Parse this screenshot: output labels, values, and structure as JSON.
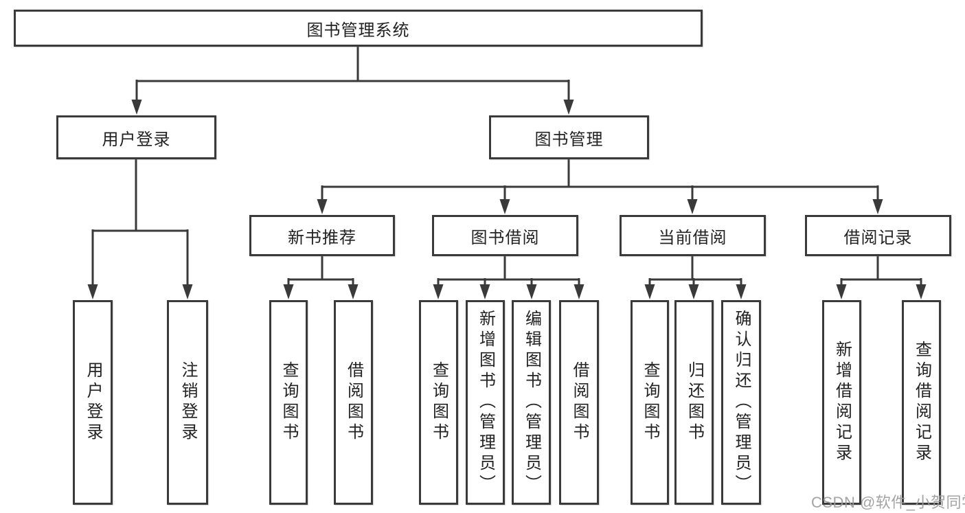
{
  "colors": {
    "line": "#3a3a3a",
    "text": "#222222",
    "box_background": "#ffffff",
    "page_background": "#ffffff",
    "watermark": "#9c9c9c"
  },
  "tree": {
    "label": "图书管理系统",
    "children": [
      {
        "label": "用户登录",
        "children": [
          {
            "label": "用户登录"
          },
          {
            "label": "注销登录"
          }
        ]
      },
      {
        "label": "图书管理",
        "children": [
          {
            "label": "新书推荐",
            "children": [
              {
                "label": "查询图书"
              },
              {
                "label": "借阅图书"
              }
            ]
          },
          {
            "label": "图书借阅",
            "children": [
              {
                "label": "查询图书"
              },
              {
                "label": "新增图书（管理员）"
              },
              {
                "label": "编辑图书（管理员）"
              },
              {
                "label": "借阅图书"
              }
            ]
          },
          {
            "label": "当前借阅",
            "children": [
              {
                "label": "查询图书"
              },
              {
                "label": "归还图书"
              },
              {
                "label": "确认归还（管理员）"
              }
            ]
          },
          {
            "label": "借阅记录",
            "children": [
              {
                "label": "新增借阅记录"
              },
              {
                "label": "查询借阅记录"
              }
            ]
          }
        ]
      }
    ]
  },
  "watermark": {
    "text": "CSDN @软件_小贺同学"
  }
}
